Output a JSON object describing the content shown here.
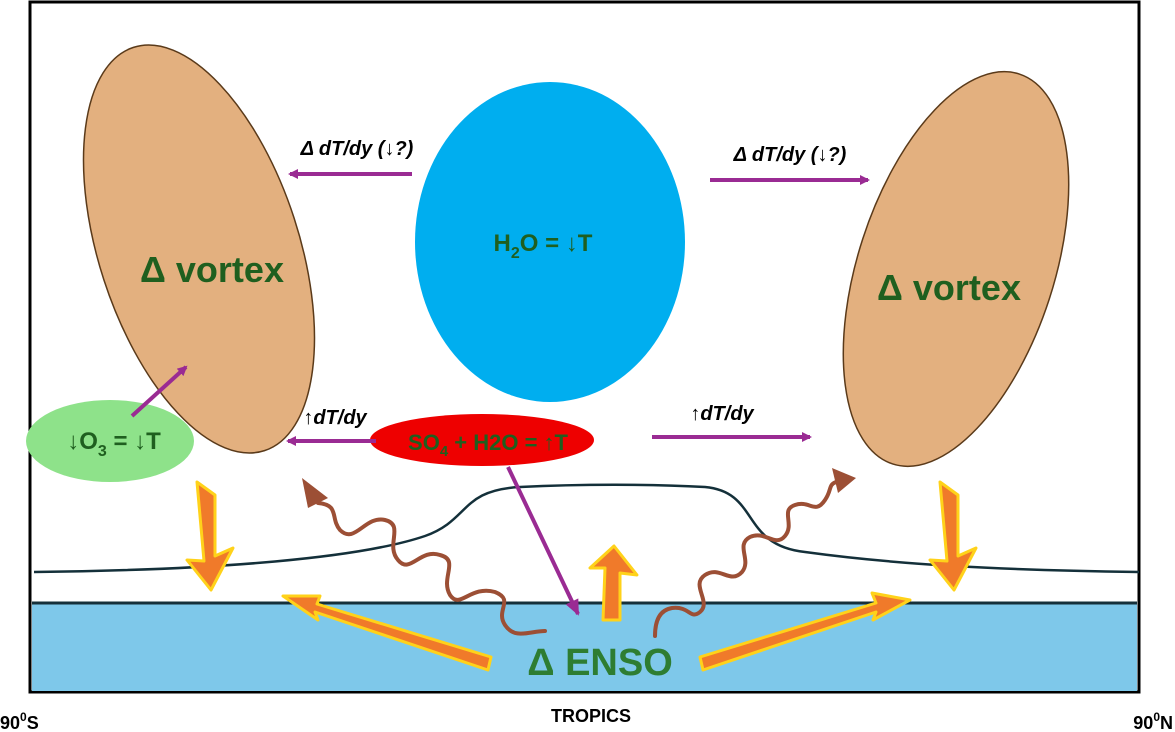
{
  "vortex_left": {
    "label": "Δ vortex"
  },
  "vortex_right": {
    "label": "Δ vortex"
  },
  "h2o": {
    "pre": "H",
    "sub": "2",
    "post": "O = ↓T"
  },
  "so4": {
    "pre": "SO",
    "sub": "4",
    "post": " + H2O = ↑T"
  },
  "o3": {
    "pre": "↓O",
    "sub": "3",
    "post": " = ↓T"
  },
  "gradients": {
    "upper_left": "Δ dT/dy (↓?)",
    "upper_right": "Δ dT/dy (↓?)",
    "lower_left": "↑dT/dy",
    "lower_right": "↑dT/dy"
  },
  "enso": {
    "label": "Δ ENSO"
  },
  "axis": {
    "south": {
      "base": "90",
      "sup": "0",
      "tail": "S"
    },
    "center": "TROPICS",
    "north": {
      "base": "90",
      "sup": "0",
      "tail": "N"
    }
  },
  "colors": {
    "vortex": "#e3b07f",
    "h2o": "#00aeef",
    "so4": "#ee0000",
    "o3": "#8ee28a",
    "ocean": "#7ec8ea",
    "purple_arrow": "#9a2b93",
    "wavy_arrow": "#9c4f35",
    "block_arrow": "#f07a2a",
    "block_arrow_edge": "#ffd21a"
  }
}
